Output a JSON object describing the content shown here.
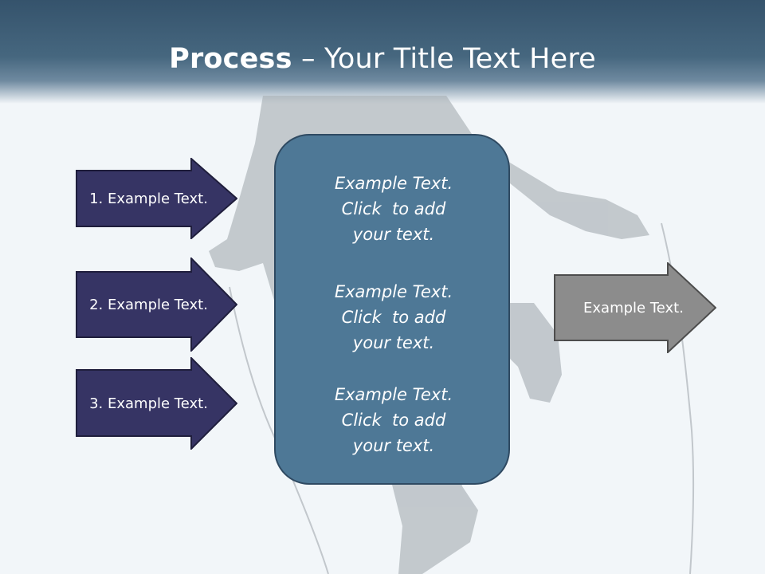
{
  "slide": {
    "title_bold": "Process",
    "title_rest": " – Your Title Text Here"
  },
  "left_arrows": [
    {
      "label": "1. Example Text."
    },
    {
      "label": "2. Example Text."
    },
    {
      "label": "3. Example Text."
    }
  ],
  "center_box": {
    "paragraphs": [
      {
        "text": "Example Text.\nClick  to add\nyour text."
      },
      {
        "text": "Example Text.\nClick  to add\nyour text."
      },
      {
        "text": "Example Text.\nClick  to add\nyour text."
      }
    ]
  },
  "right_arrow": {
    "label": "Example Text."
  },
  "colors": {
    "header": "#35536c",
    "left_arrow_fill": "#363464",
    "center_box_fill": "#4e7896",
    "right_arrow_fill": "#8c8c8c"
  }
}
